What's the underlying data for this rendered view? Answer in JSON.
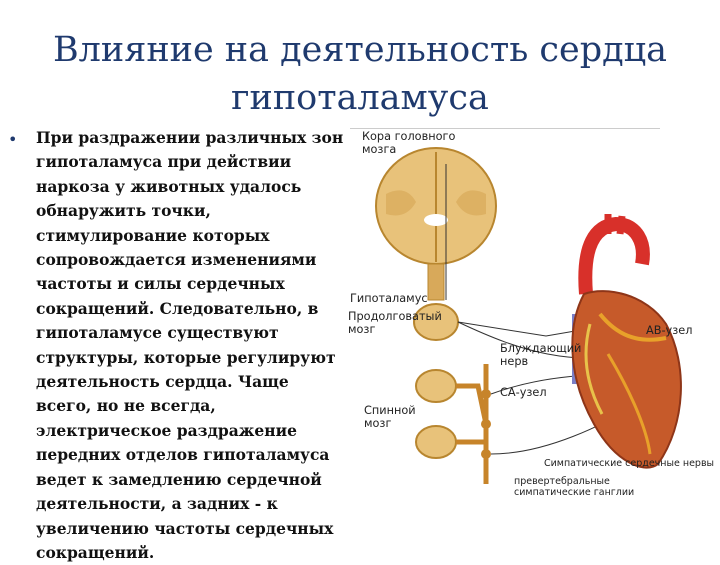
{
  "title": "Влияние на деятельность сердца гипоталамуса",
  "body": {
    "bullet": "•",
    "paragraph": "При раздражении различных зон гипоталамуса при действии наркоза у животных удалось обнаружить точки, стимулирование которых сопровождается изменениями частоты и силы сердечных сокращений. Следовательно, в гипоталамусе существуют структуры, которые регулируют деятельность сердца. Чаще всего, но не всегда, электрическое раздражение передних отделов гипоталамуса ведет к замедлению сердечной деятельности, а задних - к увеличению частоты сердечных сокращений."
  },
  "figure": {
    "labels": {
      "cortex": "Кора головного\nмозга",
      "hypothalamus": "Гипоталамус",
      "medulla": "Продолговатый\nмозг",
      "vagus": "Блуждающий\nнерв",
      "av_node": "AB-узел",
      "sa_node": "СА-узел",
      "spinal": "Спинной\nмозг",
      "sympathetic_nerves": "Симпатические сердечные нервы",
      "ganglia": "превертебральные\nсимпатические ганглии"
    },
    "colors": {
      "title": "#1f3a6e",
      "brain_tissue": "#e8c27a",
      "brain_edge": "#b8862f",
      "aorta": "#d8302a",
      "heart": "#c65a2a",
      "vein": "#7a7fc8"
    }
  }
}
